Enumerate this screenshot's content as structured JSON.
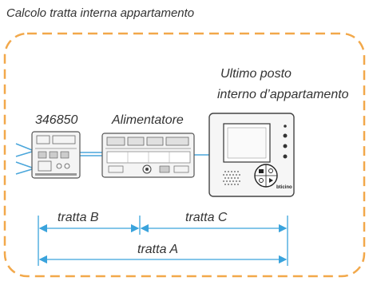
{
  "diagram": {
    "title": "Calcolo tratta interna appartamento",
    "device_code": "346850",
    "power_supply_label": "Alimentatore",
    "last_station_label_line1": "Ultimo posto",
    "last_station_label_line2": "interno d’appartamento",
    "segment_b_label": "tratta B",
    "segment_c_label": "tratta C",
    "segment_a_label": "tratta A",
    "monitor_brand": "bticino"
  },
  "colors": {
    "border": "#f2a84a",
    "wire": "#4aa6db",
    "measure": "#3aa3dc",
    "device_stroke": "#555555",
    "text": "#333333"
  }
}
